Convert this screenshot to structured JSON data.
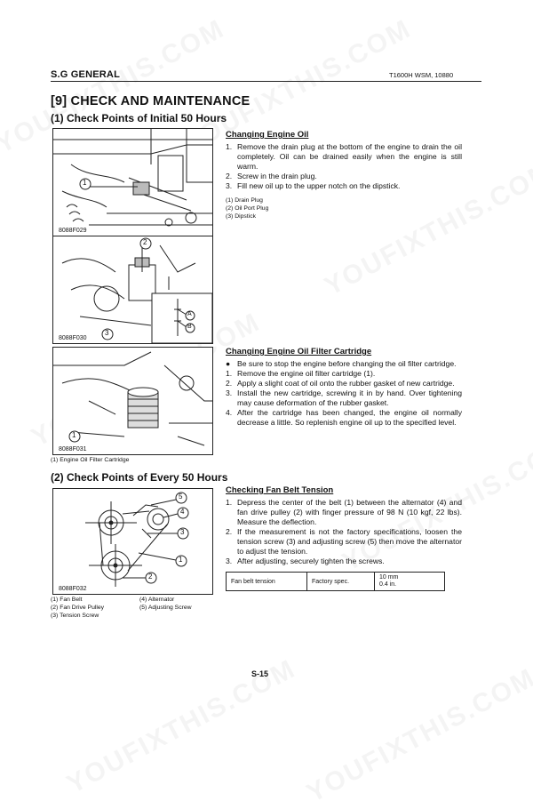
{
  "header": {
    "section": "S.G GENERAL",
    "model": "T1600H  WSM, 10880"
  },
  "title": "[9] CHECK AND MAINTENANCE",
  "sections": {
    "initial": "(1) Check Points of Initial 50 Hours",
    "every": "(2) Check Points of Every 50 Hours"
  },
  "figures": {
    "f029": {
      "code": "8088F029",
      "callouts": [
        "1"
      ]
    },
    "f030": {
      "code": "8088F030",
      "callouts": [
        "2",
        "3",
        "A",
        "B"
      ]
    },
    "f031": {
      "code": "8088F031",
      "callouts": [
        "1"
      ]
    },
    "f032": {
      "code": "8088F032",
      "callouts": [
        "5",
        "4",
        "3",
        "1",
        "2"
      ]
    }
  },
  "engine_oil": {
    "title": "Changing Engine Oil",
    "steps": [
      {
        "n": "1.",
        "text": "Remove the drain plug at the bottom of the engine to drain the oil completely.  Oil can be drained easily when the engine is still warm."
      },
      {
        "n": "2.",
        "text": "Screw in the drain plug."
      },
      {
        "n": "3.",
        "text": "Fill new oil up to the upper notch on the dipstick."
      }
    ],
    "legend": [
      "(1)  Drain Plug",
      "(2)  Oil Port Plug",
      "(3)  Dipstick"
    ]
  },
  "oil_filter": {
    "title": "Changing Engine Oil Filter Cartridge",
    "steps": [
      {
        "n": "●",
        "text": "Be sure to stop the engine before changing the oil filter cartridge."
      },
      {
        "n": "1.",
        "text": "Remove the engine oil filter cartridge (1)."
      },
      {
        "n": "2.",
        "text": "Apply a slight coat of oil onto the rubber gasket of new cartridge."
      },
      {
        "n": "3.",
        "text": "Install the new cartridge, screwing it in by hand.  Over tightening may cause deformation of the rubber gasket."
      },
      {
        "n": "4.",
        "text": "After the cartridge has been changed, the engine oil normally decrease a little.  So replenish engine oil up to the specified level."
      }
    ],
    "legend": [
      "(1)  Engine Oil Filter Cartridge"
    ]
  },
  "fan_belt": {
    "title": "Checking Fan Belt Tension",
    "steps": [
      {
        "n": "1.",
        "text": "Depress the center of the belt (1) between the alternator (4) and fan drive pulley (2) with finger pressure of 98 N (10 kgf, 22 lbs).  Measure the deflection."
      },
      {
        "n": "2.",
        "text": "If the measurement is not the factory specifications, loosen the tension screw (3) and adjusting screw (5) then move the alternator to adjust the tension."
      },
      {
        "n": "3.",
        "text": "After adjusting, securely tighten the screws."
      }
    ],
    "legend_left": [
      "(1)  Fan Belt",
      "(2)  Fan Drive Pulley",
      "(3)  Tension Screw"
    ],
    "legend_right": [
      "(4)  Alternator",
      "(5)  Adjusting Screw"
    ],
    "spec": {
      "item": "Fan belt tension",
      "label": "Factory spec.",
      "value_mm": "10 mm",
      "value_in": "0.4 in."
    }
  },
  "page_number": "S-15",
  "watermark": "YOUFIXTHIS.COM"
}
